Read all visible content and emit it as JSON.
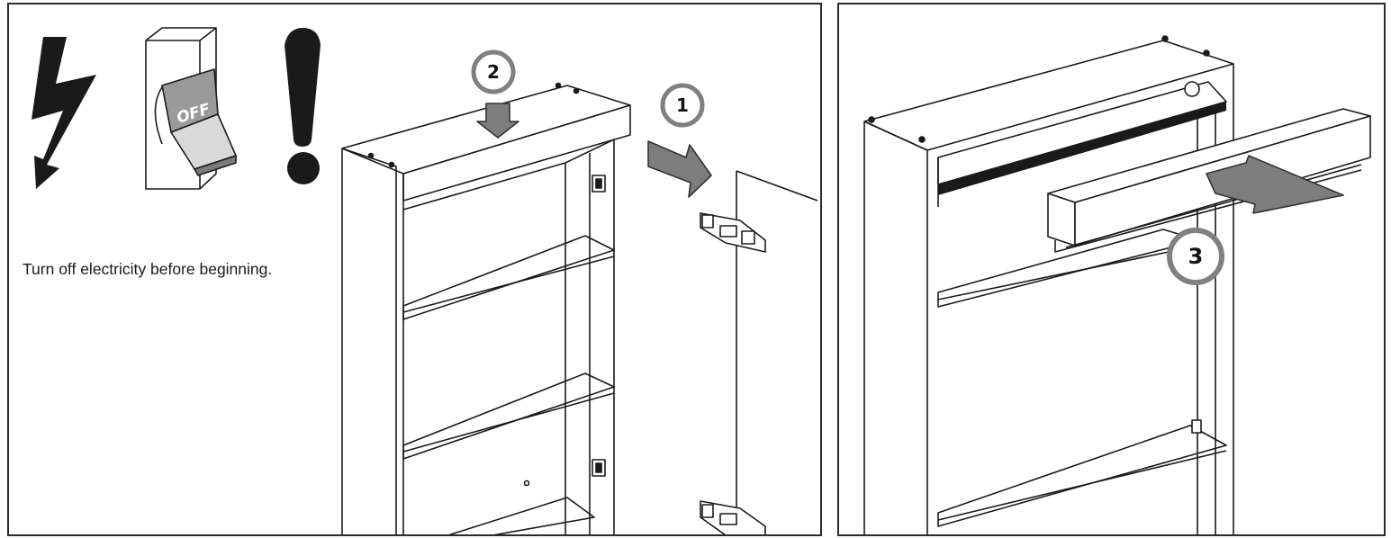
{
  "instruction": "Turn off electricity before beginning.",
  "switch_label": "OFF",
  "steps": [
    "1",
    "2",
    "3"
  ],
  "icons": [
    "lightning-bolt-icon",
    "light-switch-icon",
    "exclamation-icon",
    "arrow-icon"
  ],
  "colors": {
    "line": "#1a1a1a",
    "arrow_fill": "#7d7d7d",
    "badge_ring": "#808080",
    "switch_rocker": "#9a9a9a"
  }
}
